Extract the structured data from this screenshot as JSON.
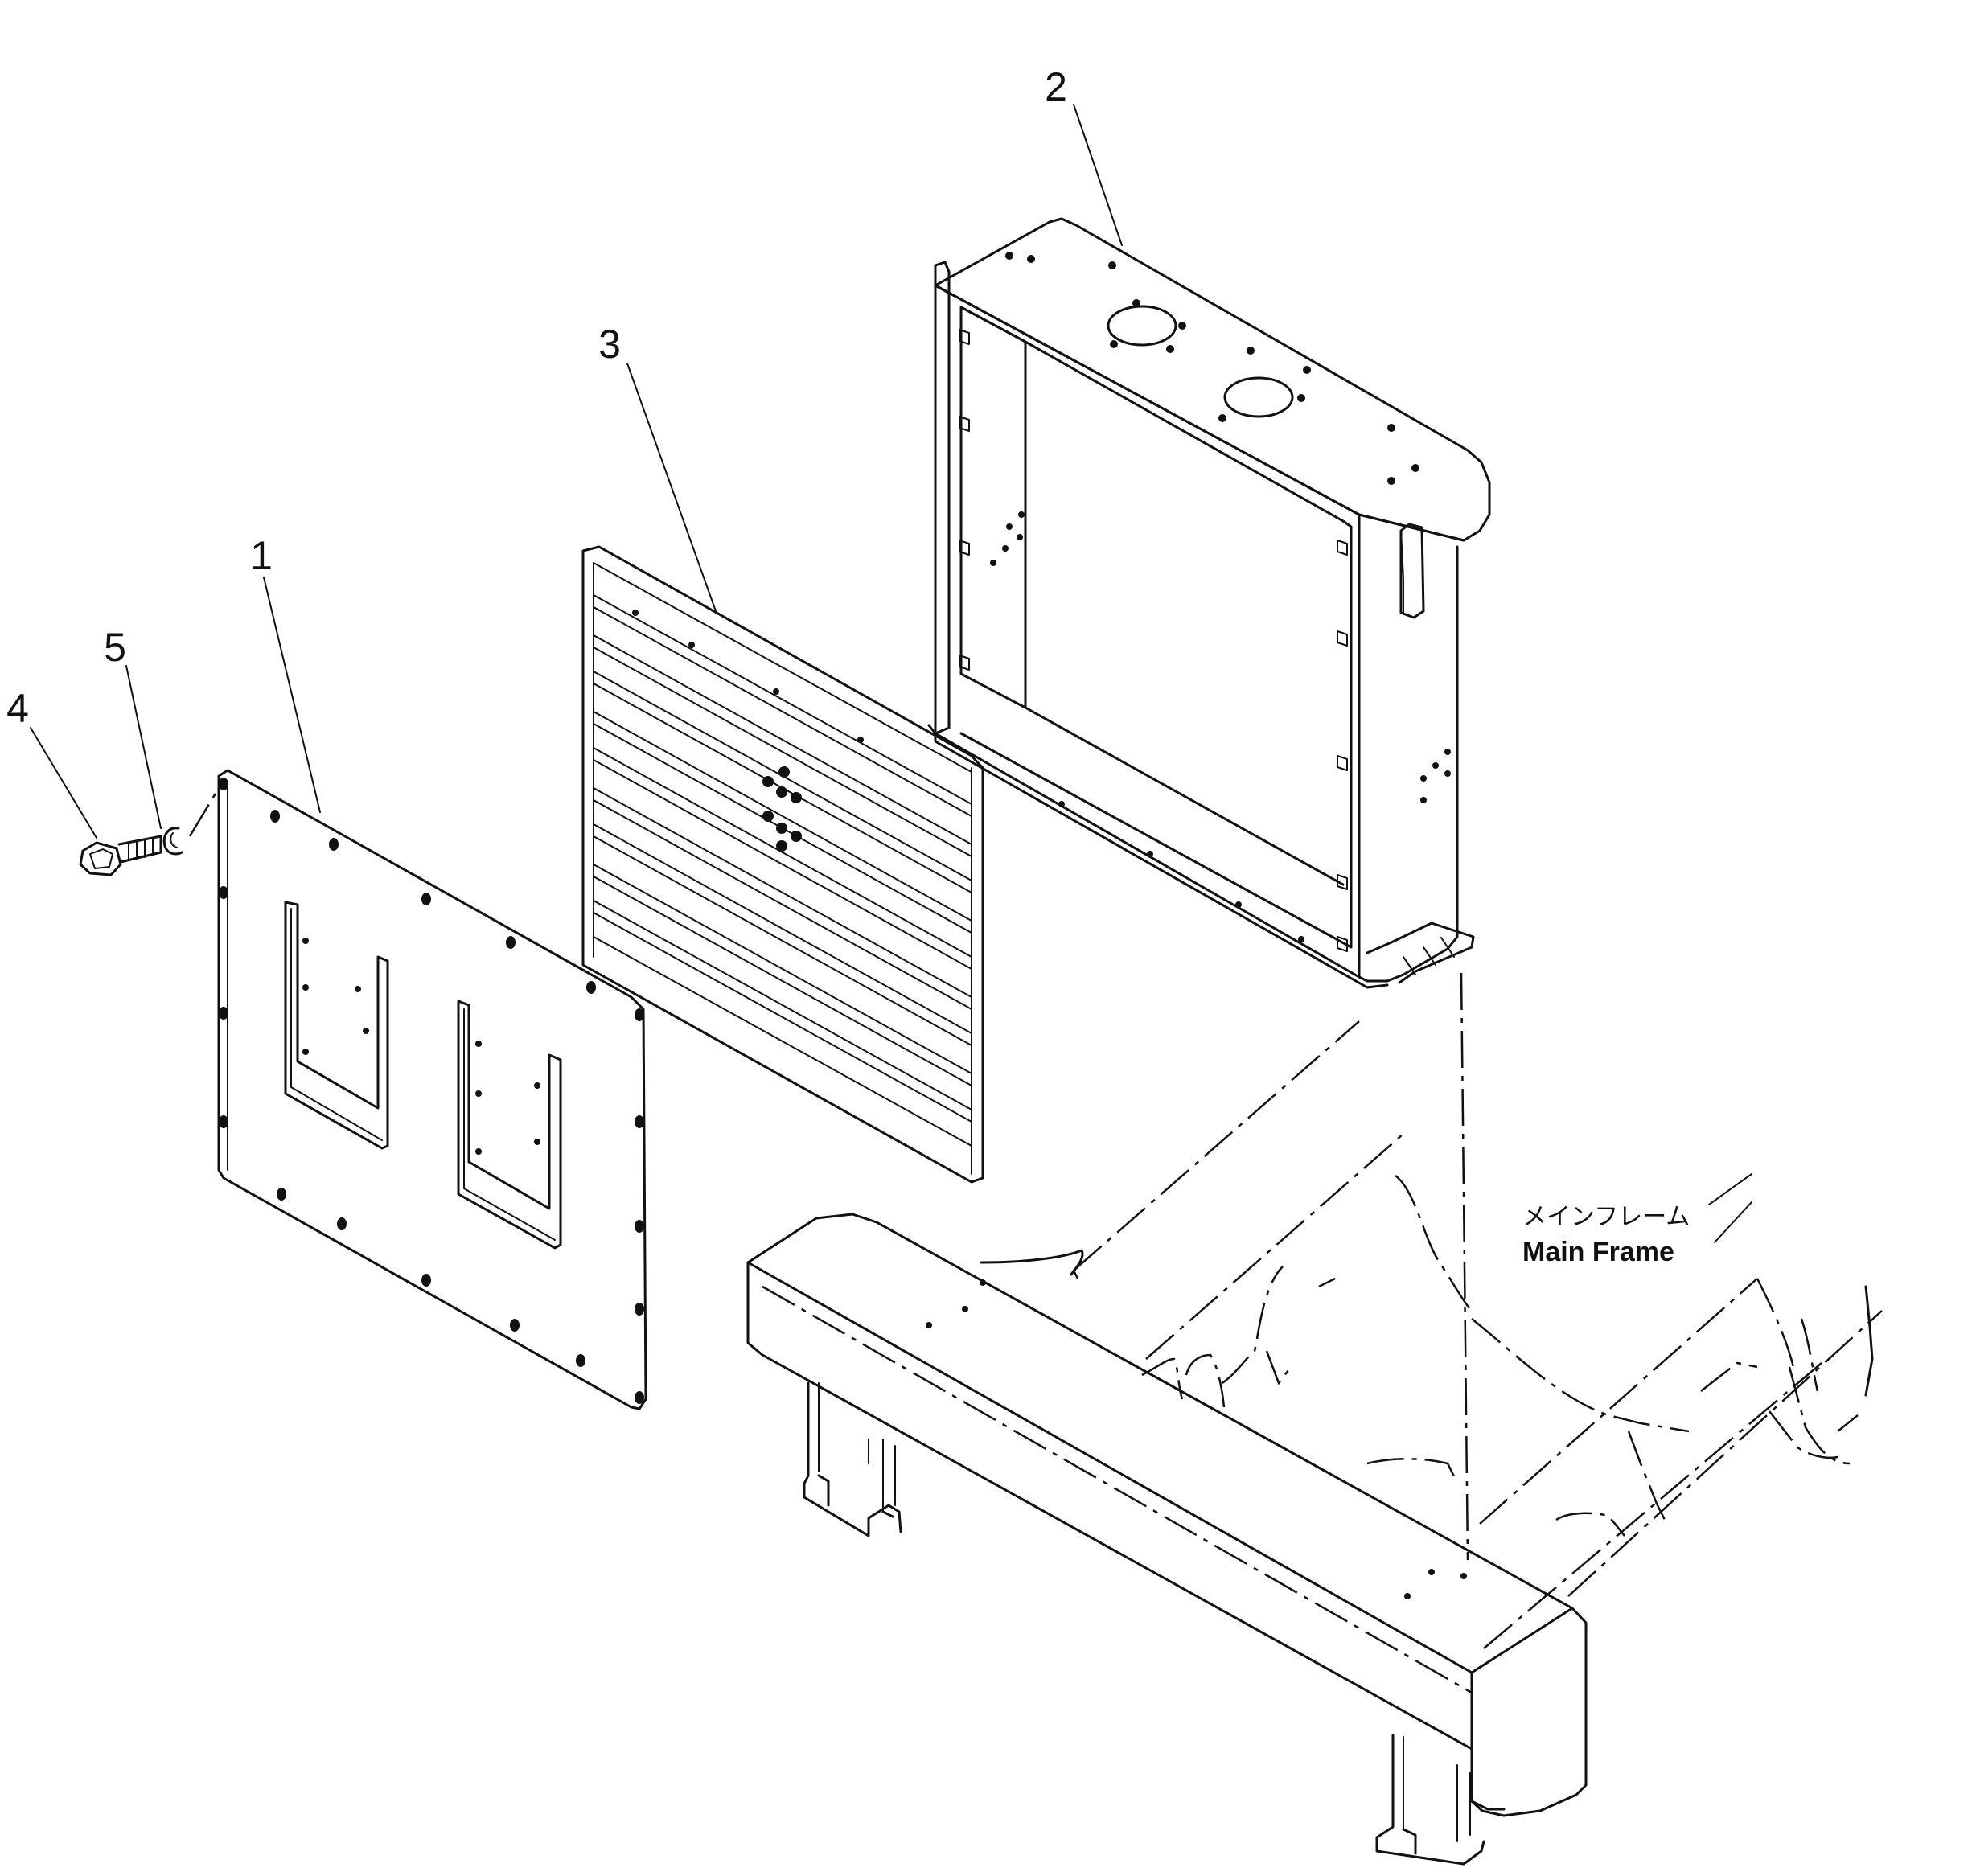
{
  "callouts": {
    "part1": "1",
    "part2": "2",
    "part3": "3",
    "part4": "4",
    "part5": "5"
  },
  "main_frame": {
    "label_jp": "メインフレーム",
    "label_en": "Main Frame"
  },
  "colors": {
    "ink": "#111111",
    "paper": "#ffffff"
  }
}
